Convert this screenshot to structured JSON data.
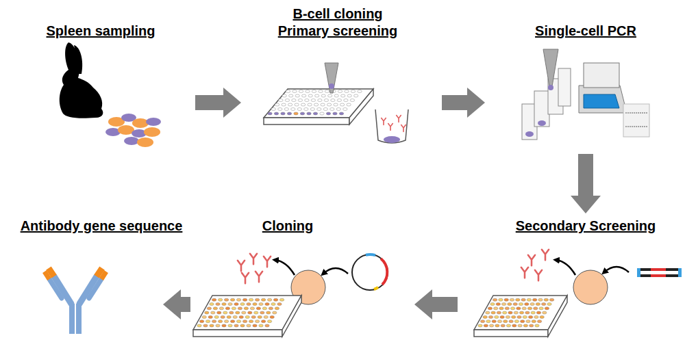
{
  "diagram": {
    "nodes": [
      {
        "text": [
          "Spleen sampling"
        ]
      },
      {
        "text": [
          "B-cell cloning",
          "Primary screening"
        ]
      },
      {
        "text": [
          "Single-cell PCR"
        ]
      },
      {
        "text": [
          "Secondary Screening"
        ]
      },
      {
        "text": [
          "Cloning"
        ]
      },
      {
        "text": [
          "Antibody gene sequence"
        ]
      }
    ],
    "edges": [
      {
        "from": 0,
        "to": 1,
        "arrow": "to"
      },
      {
        "from": 1,
        "to": 2,
        "arrow": "to"
      },
      {
        "from": 2,
        "to": 3,
        "arrow": "to"
      },
      {
        "from": 3,
        "to": 4,
        "arrow": "to"
      },
      {
        "from": 4,
        "to": 5,
        "arrow": "to"
      }
    ]
  }
}
